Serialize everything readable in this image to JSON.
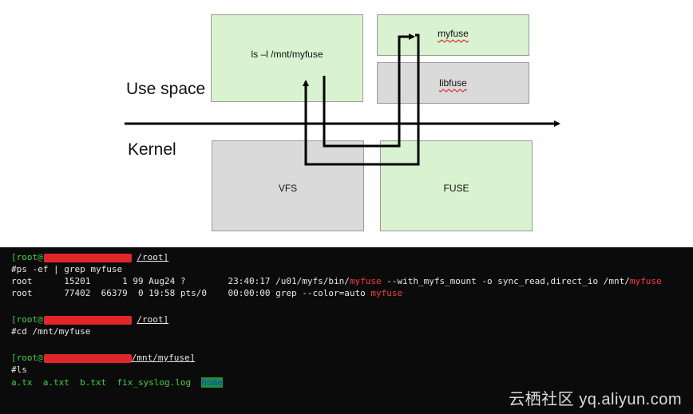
{
  "diagram": {
    "region_labels": {
      "user": "Use space",
      "kernel": "Kernel"
    },
    "boxes": {
      "ls": "ls –l /mnt/myfuse",
      "myfuse": "myfuse",
      "libfuse": "libfuse",
      "vfs": "VFS",
      "fuse": "FUSE"
    },
    "colors": {
      "user_box": "#d9f2cf",
      "kernel_box": "#dadada",
      "arrow": "#000000"
    }
  },
  "terminal": {
    "prompt_user": "[root@",
    "lines": {
      "p1_dir": "/root]",
      "cmd1": "#ps -ef | grep myfuse",
      "ps1_a": "root      15201      1 99 Aug24 ?        23:40:17 /u01/myfs/bin/",
      "ps1_b": "myfuse",
      "ps1_c": " --with_myfs_mount -o sync_read,direct_io /mnt/",
      "ps1_d": "myfuse",
      "ps2_a": "root      77402  66379  0 19:58 pts/0    00:00:00 grep --color=auto ",
      "ps2_b": "myfuse",
      "p2_dir": "/root]",
      "cmd2": "#cd /mnt/myfuse",
      "p3_dir": "/mnt/myfuse]",
      "cmd3": "#ls",
      "ls_files": "a.tx  a.txt  b.txt  fix_syslog.log  ",
      "ls_dir": "home"
    }
  },
  "watermark": "云栖社区 yq.aliyun.com"
}
